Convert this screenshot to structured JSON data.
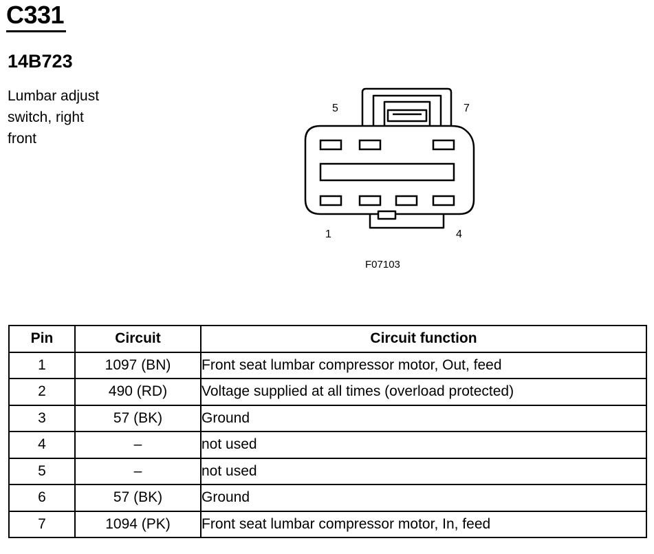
{
  "header": {
    "connector_id": "C331",
    "part_number": "14B723",
    "description": "Lumbar adjust\nswitch, right\nfront"
  },
  "diagram": {
    "pin_labels": {
      "top_left": "5",
      "top_right": "7",
      "bottom_left": "1",
      "bottom_right": "4"
    },
    "figure_code": "F07103"
  },
  "table": {
    "headers": {
      "pin": "Pin",
      "circuit": "Circuit",
      "function": "Circuit function"
    },
    "rows": [
      {
        "pin": "1",
        "circuit": "1097 (BN)",
        "function": "Front seat lumbar compressor motor, Out, feed"
      },
      {
        "pin": "2",
        "circuit": "490 (RD)",
        "function": "Voltage supplied at all times (overload protected)"
      },
      {
        "pin": "3",
        "circuit": "57 (BK)",
        "function": "Ground"
      },
      {
        "pin": "4",
        "circuit": "–",
        "function": "not used"
      },
      {
        "pin": "5",
        "circuit": "–",
        "function": "not used"
      },
      {
        "pin": "6",
        "circuit": "57 (BK)",
        "function": "Ground"
      },
      {
        "pin": "7",
        "circuit": "1094 (PK)",
        "function": "Front seat lumbar compressor motor, In, feed"
      }
    ]
  }
}
